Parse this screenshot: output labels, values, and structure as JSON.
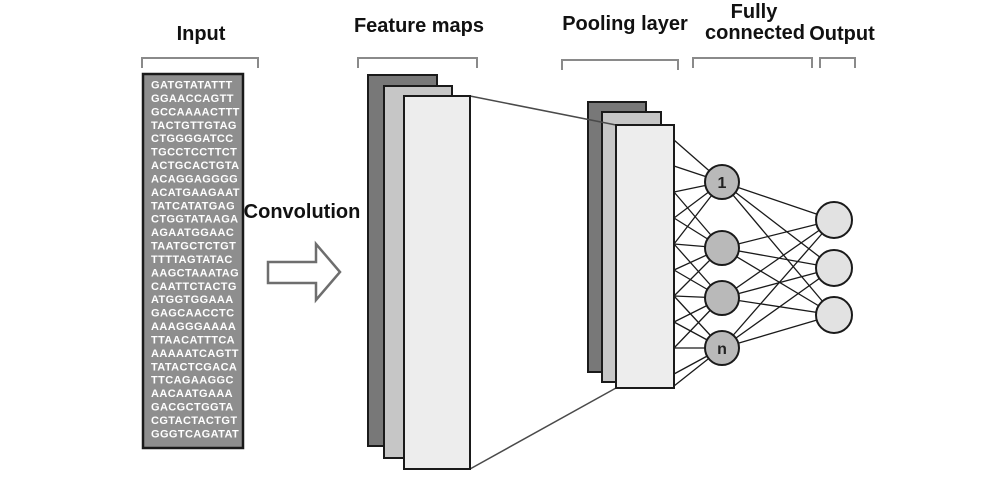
{
  "labels": {
    "input": "Input",
    "feature_maps": "Feature maps",
    "pooling_layer": "Pooling layer",
    "fully_connected_line1": "Fully",
    "fully_connected_line2": "connected",
    "output": "Output",
    "convolution": "Convolution"
  },
  "input": {
    "sequences": [
      "GATGTATATTT",
      "GGAACCAGTT",
      "GCCAAAACTTT",
      "TACTGTTGTAG",
      "CTGGGGATCC",
      "TGCCTCCTTCT",
      "ACTGCACTGTA",
      "ACAGGAGGGG",
      "ACATGAAGAAT",
      "TATCATATGAG",
      "CTGGTATAAGA",
      "AGAATGGAAC",
      "TAATGCTCTGT",
      "TTTTAGTATAC",
      "AAGCTAAATAG",
      "CAATTCTACTG",
      "ATGGTGGAAA",
      "GAGCAACCTC",
      "AAAGGGAAAA",
      "TTAACATTTCA",
      "AAAAATCAGTT",
      "TATACTCGACA",
      "TTCAGAAGGC",
      "AACAATGAAA",
      "GACGCTGGTA",
      "CGTACTACTGT",
      "GGGTCAGATAT"
    ]
  },
  "fully_connected": {
    "first_node_label": "1",
    "last_node_label": "n"
  },
  "colors": {
    "input_box_fill": "#8e8e8e",
    "layer_back_fill": "#787878",
    "layer_middle_fill": "#c6c6c6",
    "layer_front_fill": "#ededed",
    "fc_node_fill": "#b9b9b9",
    "output_node_fill": "#e2e2e2",
    "line": "#1a1a1a",
    "bracket": "#8a8a8a",
    "sequence_text": "#ffffff"
  }
}
